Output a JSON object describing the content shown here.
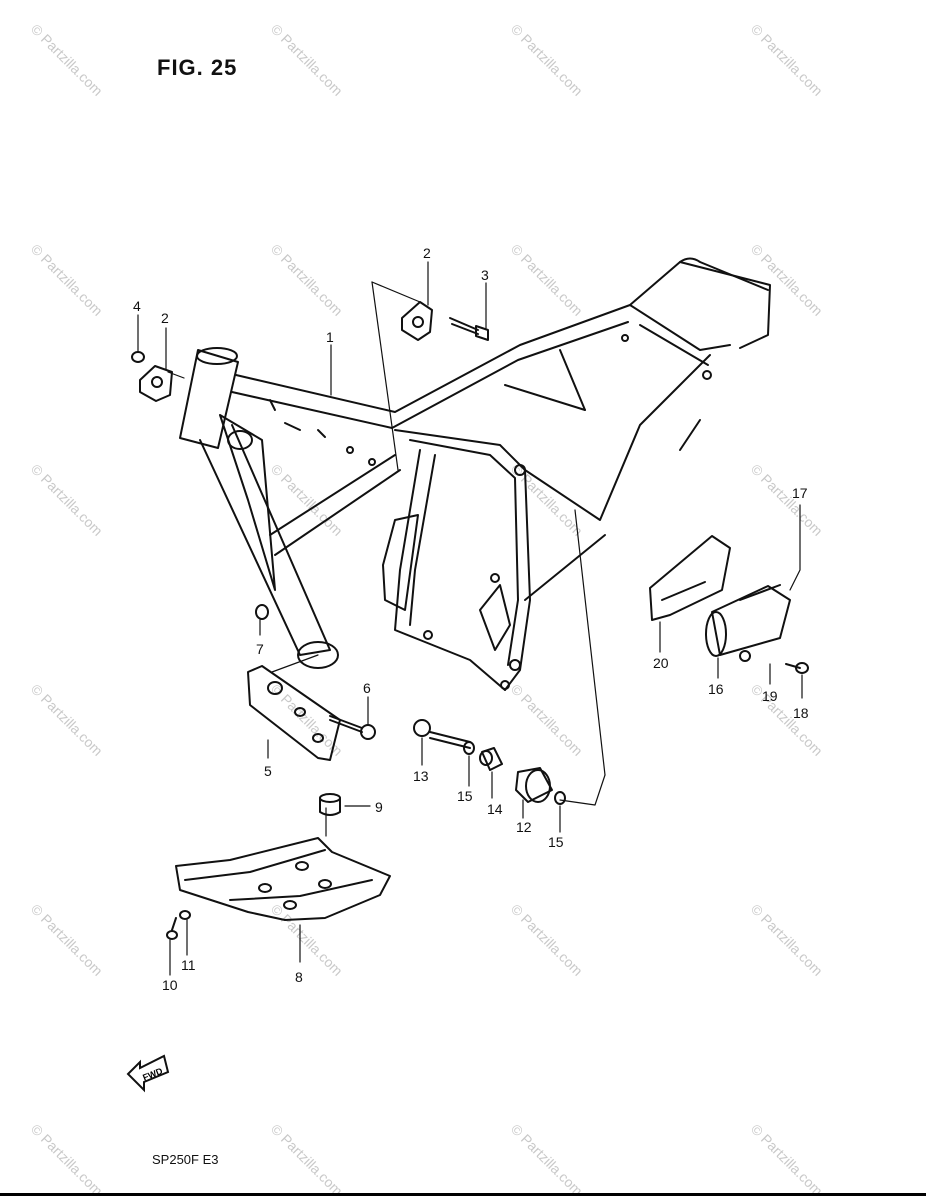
{
  "figure": {
    "title": "FIG. 25",
    "model_code": "SP250F  E3"
  },
  "watermark": {
    "text": "© Partzilla.com"
  },
  "fwd_label": "FWD",
  "callouts": [
    {
      "id": "c1",
      "label": "1"
    },
    {
      "id": "c2a",
      "label": "2"
    },
    {
      "id": "c2b",
      "label": "2"
    },
    {
      "id": "c3",
      "label": "3"
    },
    {
      "id": "c4",
      "label": "4"
    },
    {
      "id": "c5",
      "label": "5"
    },
    {
      "id": "c6",
      "label": "6"
    },
    {
      "id": "c7",
      "label": "7"
    },
    {
      "id": "c8",
      "label": "8"
    },
    {
      "id": "c9",
      "label": "9"
    },
    {
      "id": "c10",
      "label": "10"
    },
    {
      "id": "c11",
      "label": "11"
    },
    {
      "id": "c12",
      "label": "12"
    },
    {
      "id": "c13",
      "label": "13"
    },
    {
      "id": "c14",
      "label": "14"
    },
    {
      "id": "c15a",
      "label": "15"
    },
    {
      "id": "c15b",
      "label": "15"
    },
    {
      "id": "c16",
      "label": "16"
    },
    {
      "id": "c17",
      "label": "17"
    },
    {
      "id": "c18",
      "label": "18"
    },
    {
      "id": "c19",
      "label": "19"
    },
    {
      "id": "c20",
      "label": "20"
    }
  ]
}
